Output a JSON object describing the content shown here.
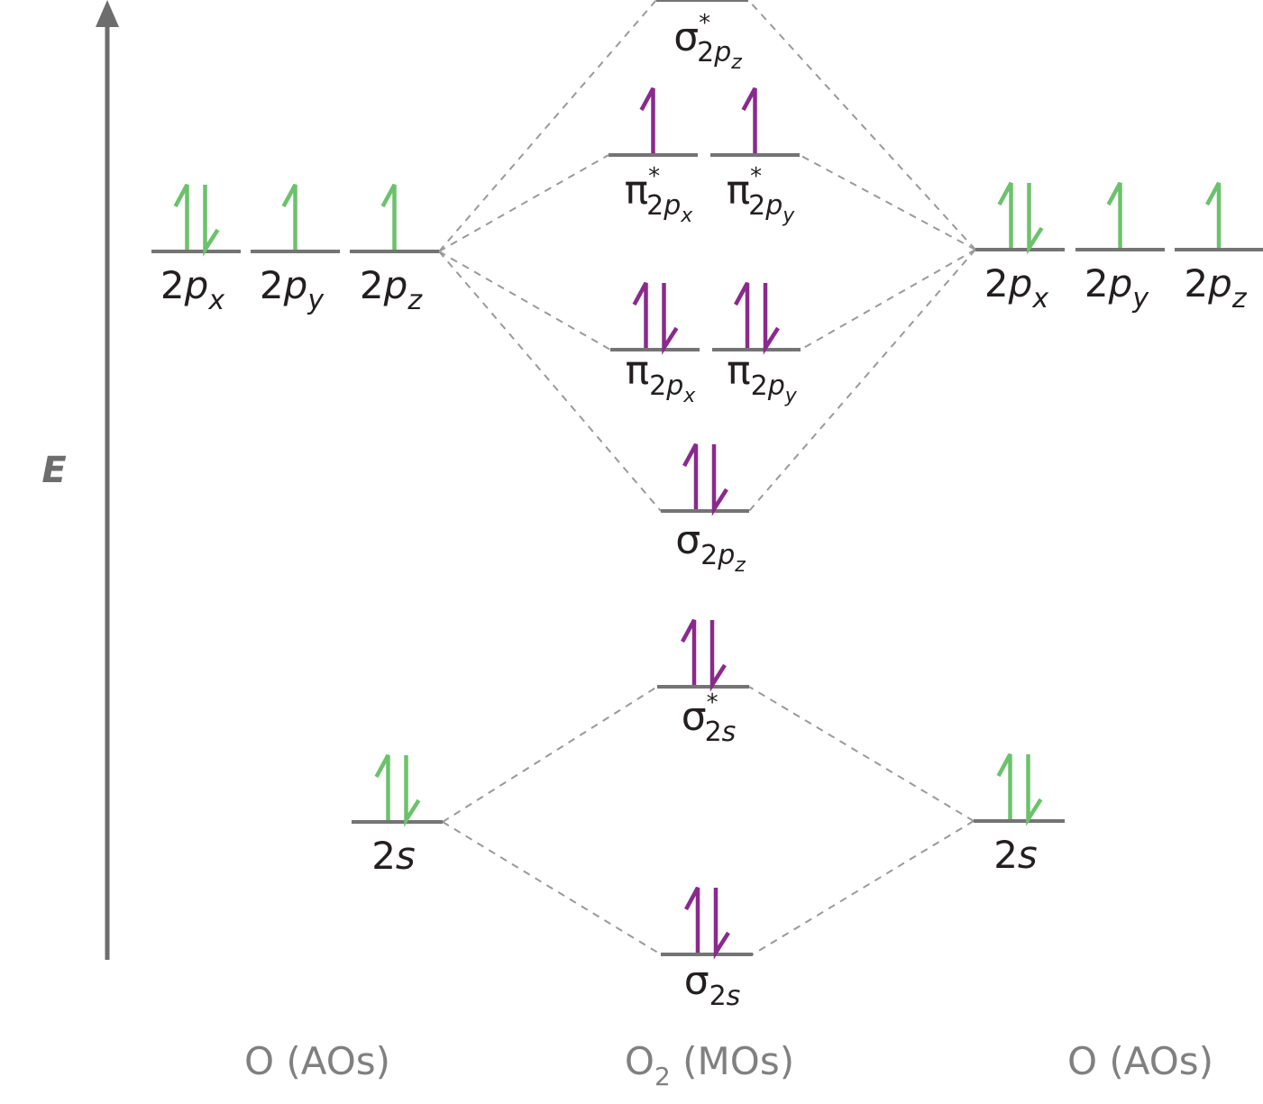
{
  "axis": {
    "label": "E"
  },
  "colors": {
    "ao_electron": "#6cc26c",
    "mo_electron": "#8a2a8c",
    "level": "#747474",
    "connector": "#9a9a9a",
    "axis": "#6d6d6d"
  },
  "captions": {
    "left": "O (AOs)",
    "center_base": "O",
    "center_sub": "2",
    "center_rest": " (MOs)",
    "right": "O (AOs)"
  },
  "atomic_orbitals": [
    {
      "id": "L2px",
      "num": "2",
      "orb": "p",
      "sub": "x",
      "electrons": [
        "up",
        "down"
      ]
    },
    {
      "id": "L2py",
      "num": "2",
      "orb": "p",
      "sub": "y",
      "electrons": [
        "up"
      ]
    },
    {
      "id": "L2pz",
      "num": "2",
      "orb": "p",
      "sub": "z",
      "electrons": [
        "up"
      ]
    },
    {
      "id": "L2s",
      "num": "2",
      "orb": "s",
      "sub": "",
      "electrons": [
        "up",
        "down"
      ]
    },
    {
      "id": "R2px",
      "num": "2",
      "orb": "p",
      "sub": "x",
      "electrons": [
        "up",
        "down"
      ]
    },
    {
      "id": "R2py",
      "num": "2",
      "orb": "p",
      "sub": "y",
      "electrons": [
        "up"
      ]
    },
    {
      "id": "R2pz",
      "num": "2",
      "orb": "p",
      "sub": "z",
      "electrons": [
        "up"
      ]
    },
    {
      "id": "R2s",
      "num": "2",
      "orb": "s",
      "sub": "",
      "electrons": [
        "up",
        "down"
      ]
    }
  ],
  "molecular_orbitals": [
    {
      "id": "sigstar2pz",
      "base": "σ",
      "star": "*",
      "num": "2",
      "orb": "p",
      "sub": "z",
      "electrons": []
    },
    {
      "id": "pistar2px",
      "base": "π",
      "star": "*",
      "num": "2",
      "orb": "p",
      "sub": "x",
      "electrons": [
        "up"
      ]
    },
    {
      "id": "pistar2py",
      "base": "π",
      "star": "*",
      "num": "2",
      "orb": "p",
      "sub": "y",
      "electrons": [
        "up"
      ]
    },
    {
      "id": "pi2px",
      "base": "π",
      "star": "",
      "num": "2",
      "orb": "p",
      "sub": "x",
      "electrons": [
        "up",
        "down"
      ]
    },
    {
      "id": "pi2py",
      "base": "π",
      "star": "",
      "num": "2",
      "orb": "p",
      "sub": "y",
      "electrons": [
        "up",
        "down"
      ]
    },
    {
      "id": "sig2pz",
      "base": "σ",
      "star": "",
      "num": "2",
      "orb": "p",
      "sub": "z",
      "electrons": [
        "up",
        "down"
      ]
    },
    {
      "id": "sigstar2s",
      "base": "σ",
      "star": "*",
      "num": "2",
      "orb": "s",
      "sub": "",
      "electrons": [
        "up",
        "down"
      ]
    },
    {
      "id": "sig2s",
      "base": "σ",
      "star": "",
      "num": "2",
      "orb": "s",
      "sub": "",
      "electrons": [
        "up",
        "down"
      ]
    }
  ]
}
